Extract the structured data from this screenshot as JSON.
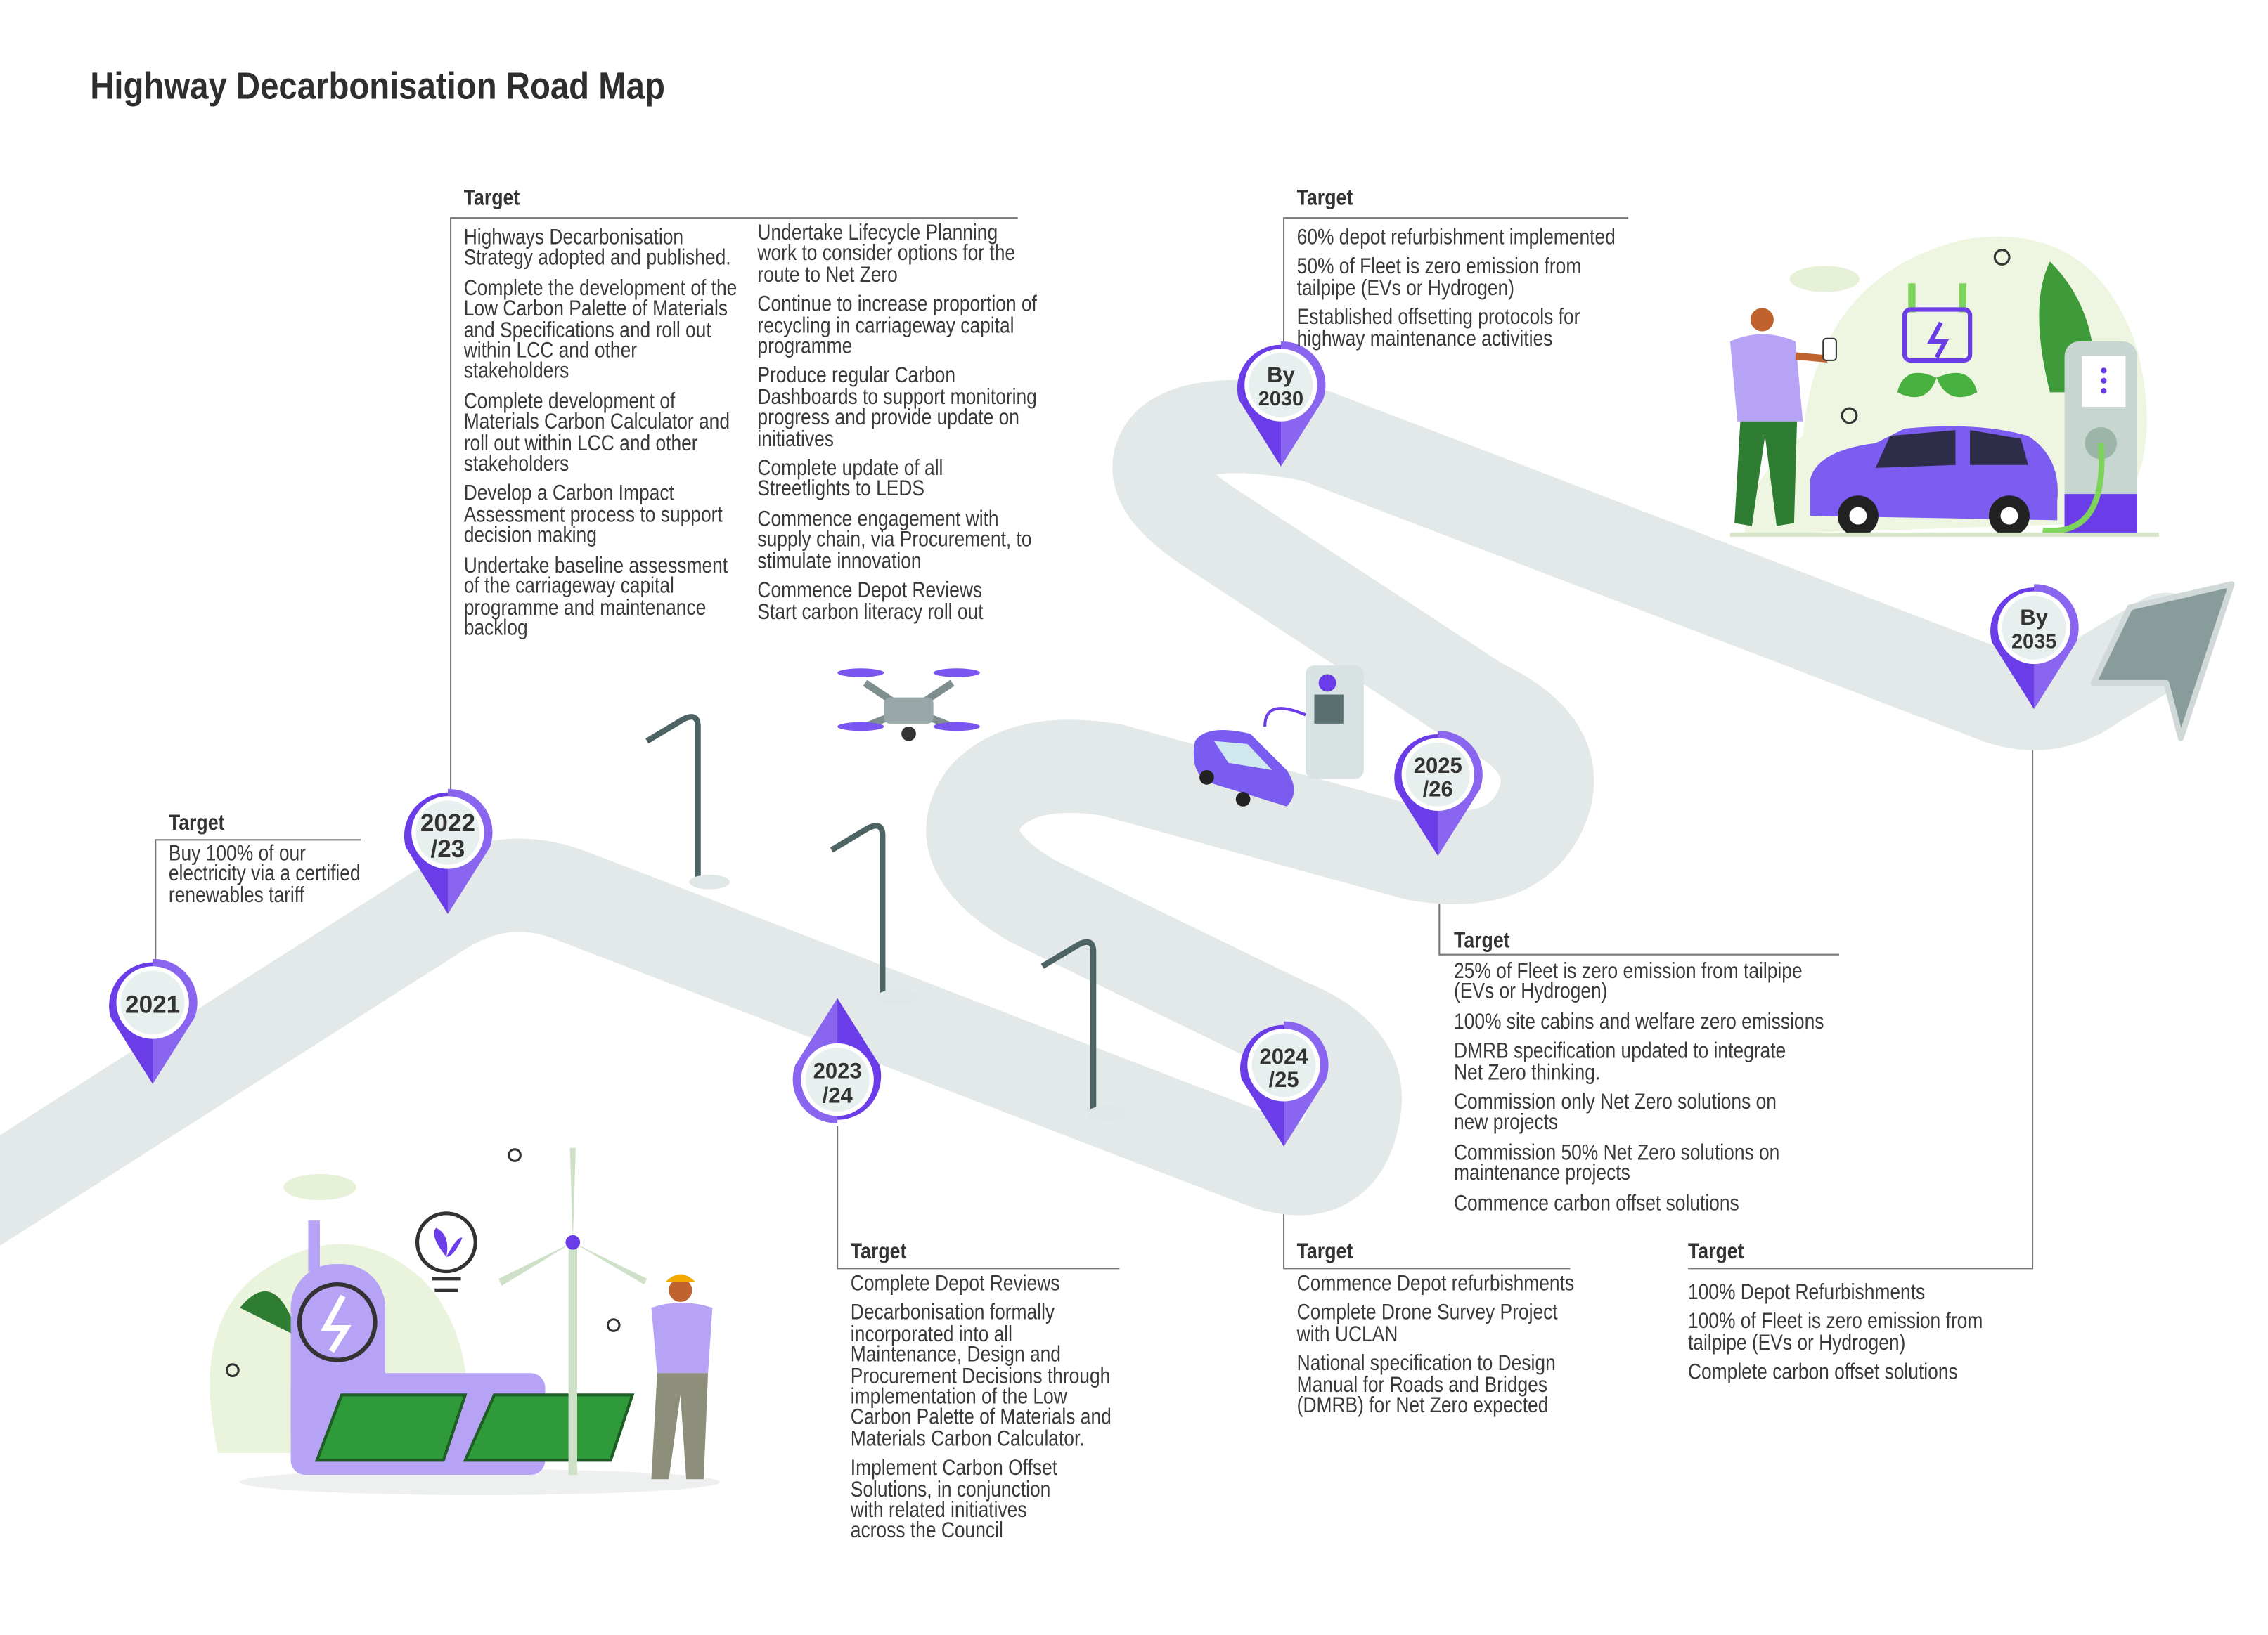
{
  "title": "Highway Decarbonisation Road Map",
  "colors": {
    "pin": "#6a3de8",
    "pin_light": "#8a66f0",
    "road": "#889c9c",
    "road_edge": "#dfe5e5",
    "dash": "#eef3f3",
    "accent_green": "#49b13f"
  },
  "milestones": [
    {
      "id": "2021",
      "lines": [
        "2021"
      ]
    },
    {
      "id": "2022-23",
      "lines": [
        "2022",
        "/23"
      ]
    },
    {
      "id": "2023-24",
      "lines": [
        "2023",
        "/24"
      ]
    },
    {
      "id": "2024-25",
      "lines": [
        "2024",
        "/25"
      ]
    },
    {
      "id": "2025-26",
      "lines": [
        "2025",
        "/26"
      ]
    },
    {
      "id": "2030",
      "lines": [
        "By",
        "2030"
      ]
    },
    {
      "id": "2035",
      "lines": [
        "By",
        "2035"
      ]
    }
  ],
  "targets": {
    "t2021": {
      "heading": "Target",
      "items": [
        "Buy 100% of our electricity via a certified renewables tariff"
      ]
    },
    "t2022": {
      "heading": "Target",
      "col1": [
        "Highways Decarbonisation Strategy adopted and published.",
        "Complete the development of the Low Carbon Palette of Materials and Specifications and roll out within LCC and other stakeholders",
        "Complete development of Materials Carbon Calculator and roll out within LCC and other stakeholders",
        "Develop a Carbon Impact Assessment process to support decision making",
        "Undertake baseline assessment of the carriageway capital programme and maintenance backlog"
      ],
      "col2": [
        "Undertake Lifecycle Planning work to consider options for the route to Net Zero",
        "Continue to increase proportion of recycling in carriageway capital programme",
        "Produce regular Carbon Dashboards to support monitoring progress and provide update on initiatives",
        "Complete update of all Streetlights to LEDS",
        "Commence engagement with supply chain, via Procurement, to stimulate innovation",
        "Commence Depot Reviews Start carbon literacy roll out"
      ]
    },
    "t2023": {
      "heading": "Target",
      "items": [
        "Complete Depot Reviews",
        "Decarbonisation formally incorporated into all Maintenance, Design and Procurement Decisions through implementation of the Low Carbon Palette of Materials and Materials Carbon Calculator.",
        "Implement Carbon Offset Solutions, in conjunction with related initiatives across the Council"
      ]
    },
    "t2024": {
      "heading": "Target",
      "items": [
        "Commence Depot refurbishments",
        "Complete Drone Survey Project with UCLAN",
        "National specification to Design Manual for Roads and Bridges (DMRB) for Net Zero expected"
      ]
    },
    "t2025": {
      "heading": "Target",
      "items": [
        "25% of Fleet is zero emission from tailpipe (EVs or Hydrogen)",
        "100% site cabins and welfare zero emissions",
        "DMRB specification updated to integrate Net Zero thinking.",
        "Commission only Net Zero solutions on new projects",
        "Commission 50% Net Zero solutions on maintenance projects",
        "Commence carbon offset solutions"
      ]
    },
    "t2030": {
      "heading": "Target",
      "items": [
        "60% depot refurbishment implemented",
        "50% of Fleet is zero emission from tailpipe (EVs or Hydrogen)",
        "Established offsetting protocols for highway maintenance activities"
      ]
    },
    "t2035": {
      "heading": "Target",
      "items": [
        "100% Depot Refurbishments",
        "100% of Fleet is zero emission from tailpipe (EVs or Hydrogen)",
        "Complete carbon offset solutions"
      ]
    }
  }
}
